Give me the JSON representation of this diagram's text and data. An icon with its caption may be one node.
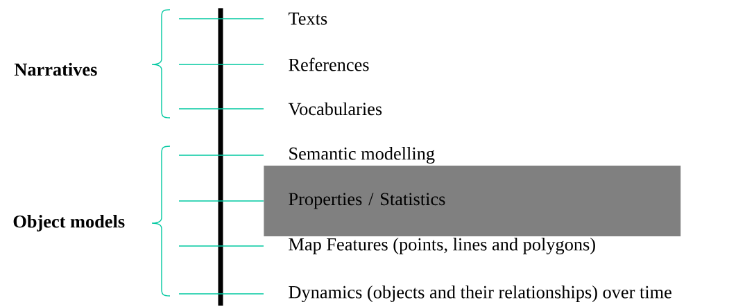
{
  "diagram": {
    "nodes": [
      {
        "text": [
          "Texts"
        ]
      },
      {
        "text": [
          "References"
        ]
      },
      {
        "text": [
          "Vocabularies"
        ]
      },
      {
        "text": [
          "Semantic modelling"
        ]
      },
      {
        "text": [
          "Properties / Statistics"
        ]
      },
      {
        "text": [
          "Map Features (points, lines and polygons)"
        ]
      },
      {
        "text": [
          "Dynamics (objects and their relationships) over time"
        ]
      }
    ],
    "edges": [
      {
        "from": null,
        "to": 0,
        "arrow": "none"
      },
      {
        "from": null,
        "to": 1,
        "arrow": "none"
      },
      {
        "from": null,
        "to": 2,
        "arrow": "none"
      },
      {
        "from": null,
        "to": 3,
        "arrow": "none"
      },
      {
        "from": null,
        "to": 4,
        "arrow": "none"
      },
      {
        "from": null,
        "to": 5,
        "arrow": "none"
      },
      {
        "from": null,
        "to": 6,
        "arrow": "none"
      }
    ],
    "labels": [
      "Narratives",
      "Object models"
    ]
  }
}
